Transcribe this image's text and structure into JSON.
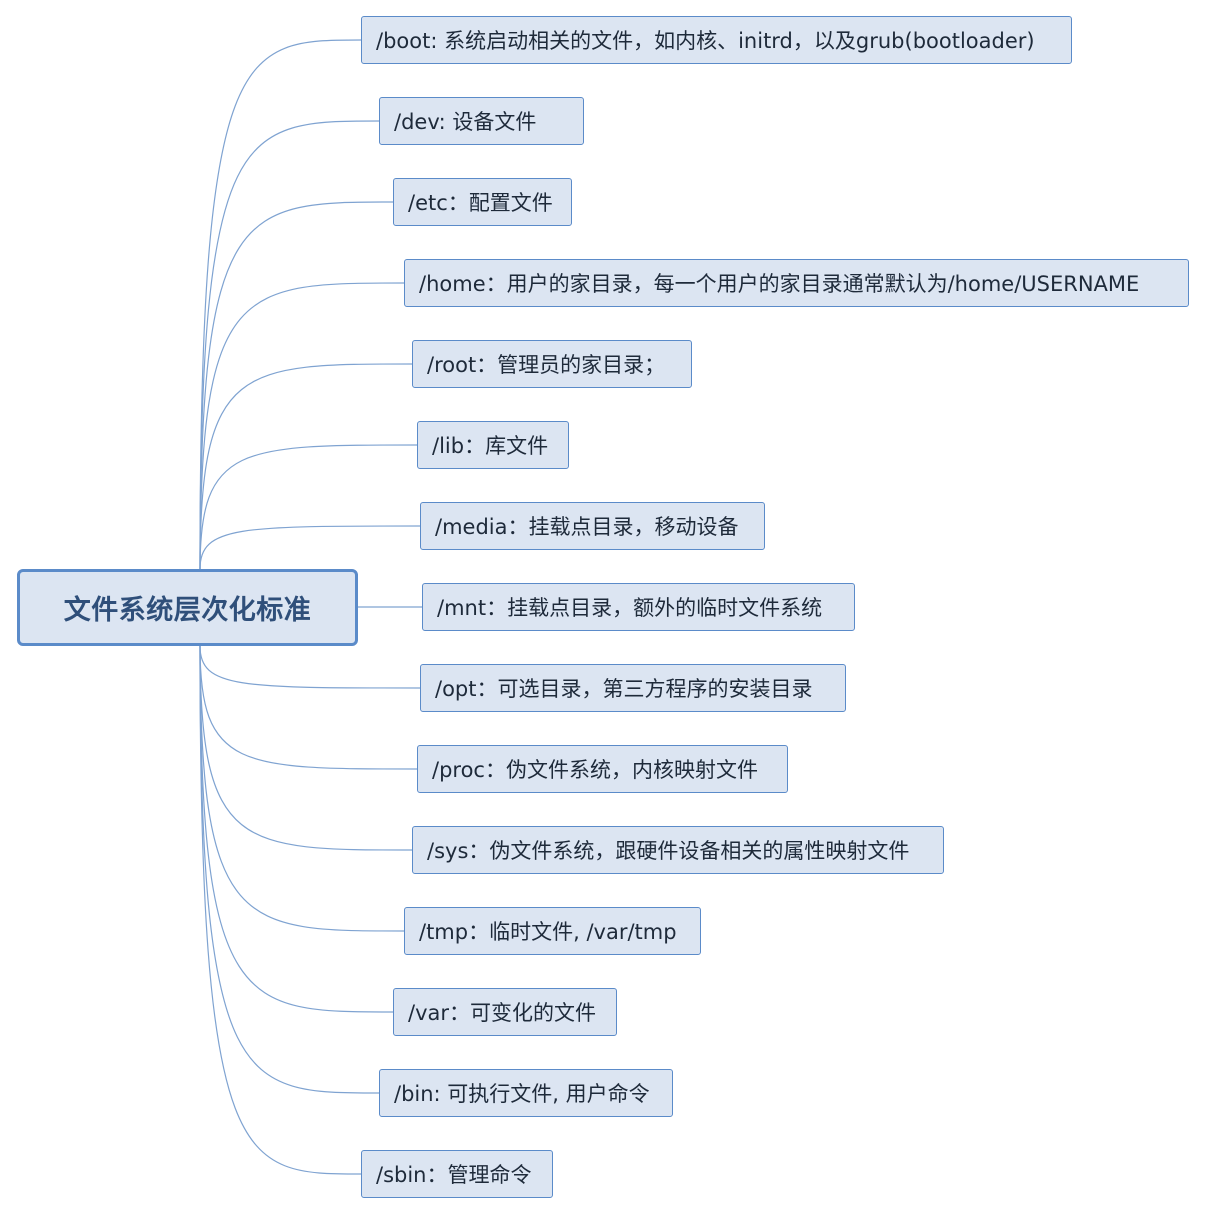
{
  "title": "文件系统层次化标准",
  "colors": {
    "node_fill": "#dce5f2",
    "node_border": "#5b8bc9",
    "connector": "#7fa3d1",
    "root_text": "#2f4f7a",
    "child_text": "#1e2a3a"
  },
  "children": [
    {
      "label": "/boot: 系统启动相关的文件，如内核、initrd，以及grub(bootloader)"
    },
    {
      "label": "/dev: 设备文件"
    },
    {
      "label": "/etc：配置文件"
    },
    {
      "label": "/home：用户的家目录，每一个用户的家目录通常默认为/home/USERNAME"
    },
    {
      "label": "/root：管理员的家目录；"
    },
    {
      "label": "/lib：库文件"
    },
    {
      "label": "/media：挂载点目录，移动设备"
    },
    {
      "label": "/mnt：挂载点目录，额外的临时文件系统"
    },
    {
      "label": "/opt：可选目录，第三方程序的安装目录"
    },
    {
      "label": "/proc：伪文件系统，内核映射文件"
    },
    {
      "label": "/sys：伪文件系统，跟硬件设备相关的属性映射文件"
    },
    {
      "label": "/tmp：临时文件, /var/tmp"
    },
    {
      "label": "/var：可变化的文件"
    },
    {
      "label": "/bin: 可执行文件, 用户命令"
    },
    {
      "label": "/sbin：管理命令"
    }
  ]
}
